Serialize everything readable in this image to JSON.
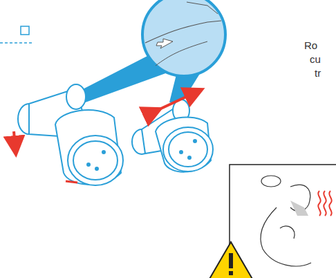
{
  "diagram": {
    "labels": [
      "Ro",
      "cu",
      "tr"
    ]
  }
}
